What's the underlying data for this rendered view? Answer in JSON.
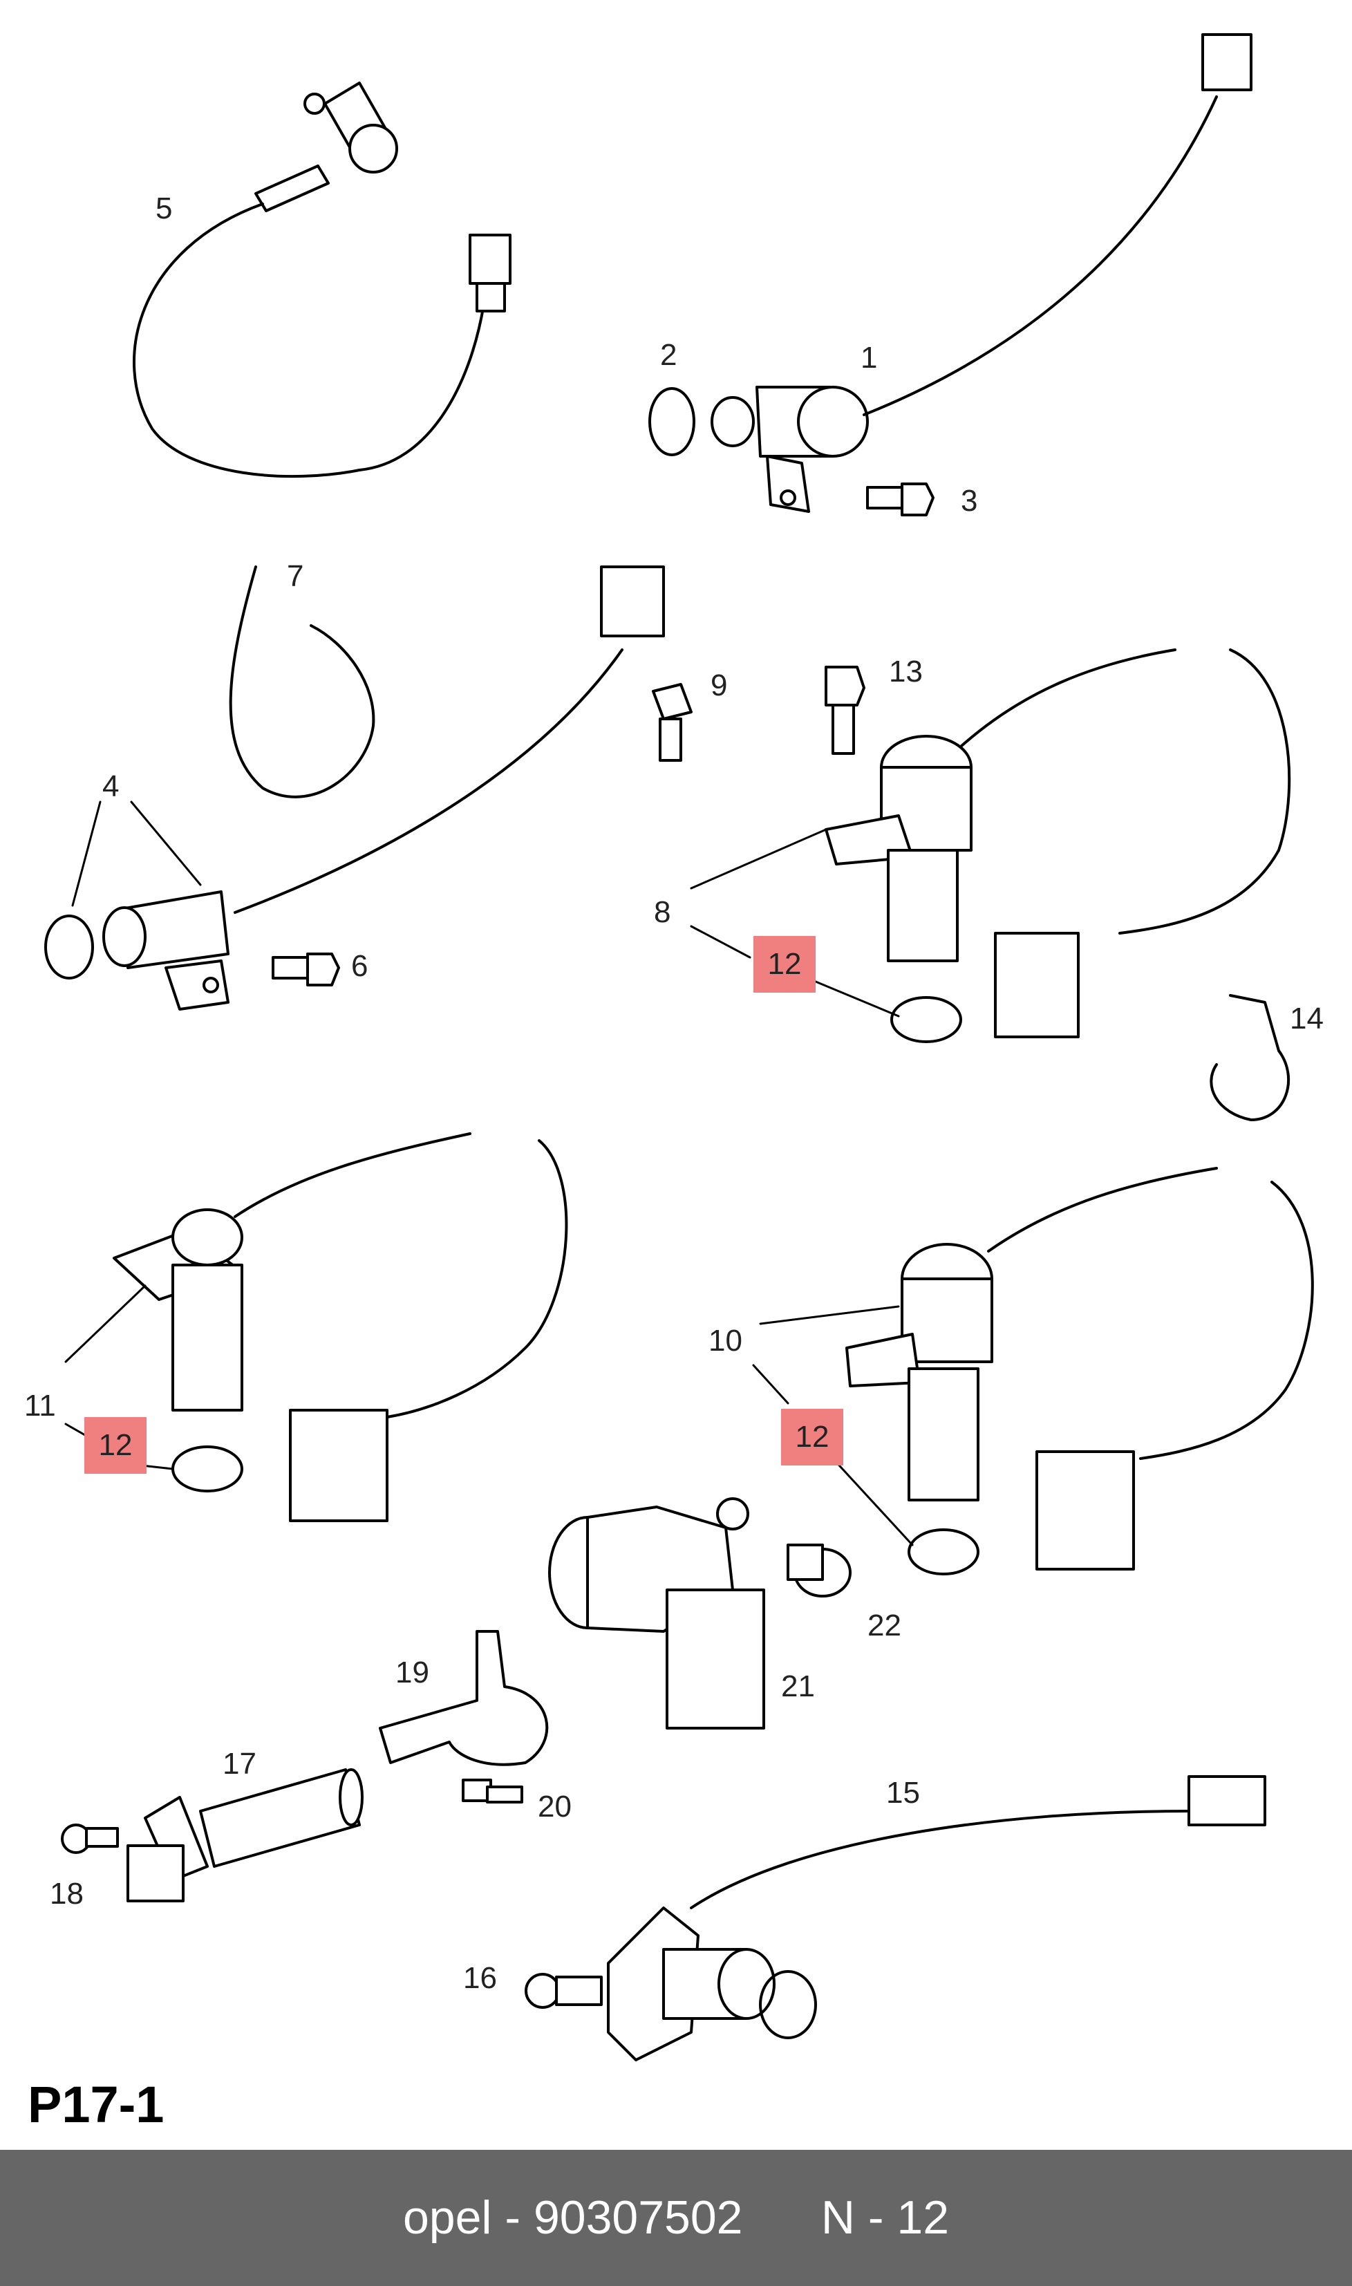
{
  "diagram": {
    "callouts": [
      {
        "id": "c1",
        "text": "1"
      },
      {
        "id": "c2",
        "text": "2"
      },
      {
        "id": "c3",
        "text": "3"
      },
      {
        "id": "c4",
        "text": "4"
      },
      {
        "id": "c5",
        "text": "5"
      },
      {
        "id": "c6",
        "text": "6"
      },
      {
        "id": "c7",
        "text": "7"
      },
      {
        "id": "c8",
        "text": "8"
      },
      {
        "id": "c9",
        "text": "9"
      },
      {
        "id": "c10",
        "text": "10"
      },
      {
        "id": "c11",
        "text": "11"
      },
      {
        "id": "c13",
        "text": "13"
      },
      {
        "id": "c14",
        "text": "14"
      },
      {
        "id": "c15",
        "text": "15"
      },
      {
        "id": "c16",
        "text": "16"
      },
      {
        "id": "c17",
        "text": "17"
      },
      {
        "id": "c18",
        "text": "18"
      },
      {
        "id": "c19",
        "text": "19"
      },
      {
        "id": "c20",
        "text": "20"
      },
      {
        "id": "c21",
        "text": "21"
      },
      {
        "id": "c22",
        "text": "22"
      }
    ],
    "highlighted_callouts": [
      {
        "id": "h1",
        "text": "12"
      },
      {
        "id": "h2",
        "text": "12"
      },
      {
        "id": "h3",
        "text": "12"
      }
    ],
    "highlight_color": "#f08080",
    "line_color": "#000000",
    "reference": "P17-1"
  },
  "footer": {
    "brand": "opel",
    "part_number": "90307502",
    "position": "N - 12",
    "background_color": "#666666",
    "text_color": "#ffffff"
  }
}
